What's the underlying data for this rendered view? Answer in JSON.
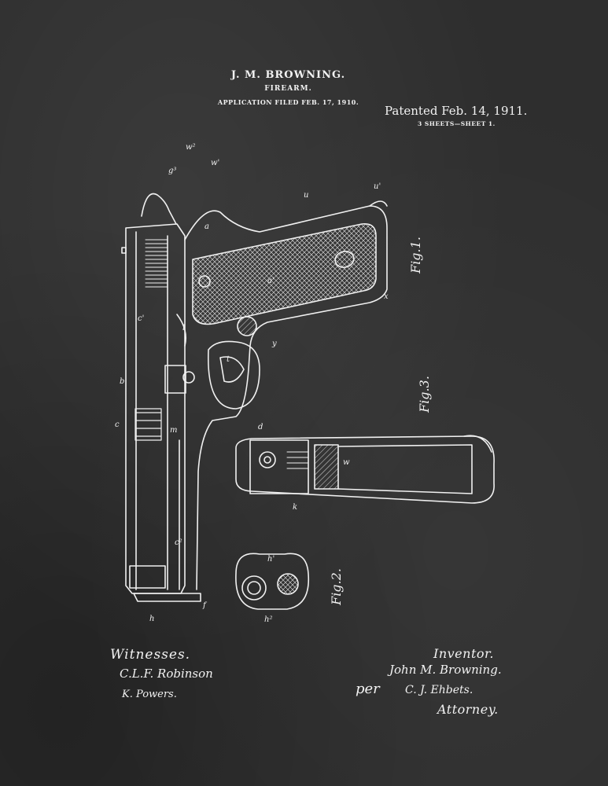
{
  "header": {
    "name": "J. M. BROWNING.",
    "subject": "FIREARM.",
    "filed": "APPLICATION FILED FEB. 17, 1910.",
    "patented": "Patented Feb. 14, 1911.",
    "sheets": "3 SHEETS—SHEET 1."
  },
  "figures": {
    "fig1": "Fig.1.",
    "fig2": "Fig.2.",
    "fig3": "Fig.3."
  },
  "labels": {
    "u": "u",
    "u1": "u'",
    "a": "a",
    "a1": "a'",
    "x": "x",
    "y": "y",
    "t": "t",
    "c": "c",
    "c1": "c'",
    "c2": "c²",
    "b": "b",
    "h": "h",
    "h1": "h'",
    "h2": "h²",
    "f": "f",
    "l": "l",
    "m": "m",
    "w": "w",
    "w1": "w'",
    "w2": "w²",
    "g3": "g³",
    "k": "k",
    "d": "d"
  },
  "signatures": {
    "witnesses_label": "Witnesses.",
    "witness1": "C.L.F. Robinson",
    "witness2": "K. Powers.",
    "inventor_label": "Inventor.",
    "inventor_name": "John M. Browning.",
    "per": "per",
    "attorney_name": "C. J. Ehbets.",
    "attorney_label": "Attorney."
  }
}
